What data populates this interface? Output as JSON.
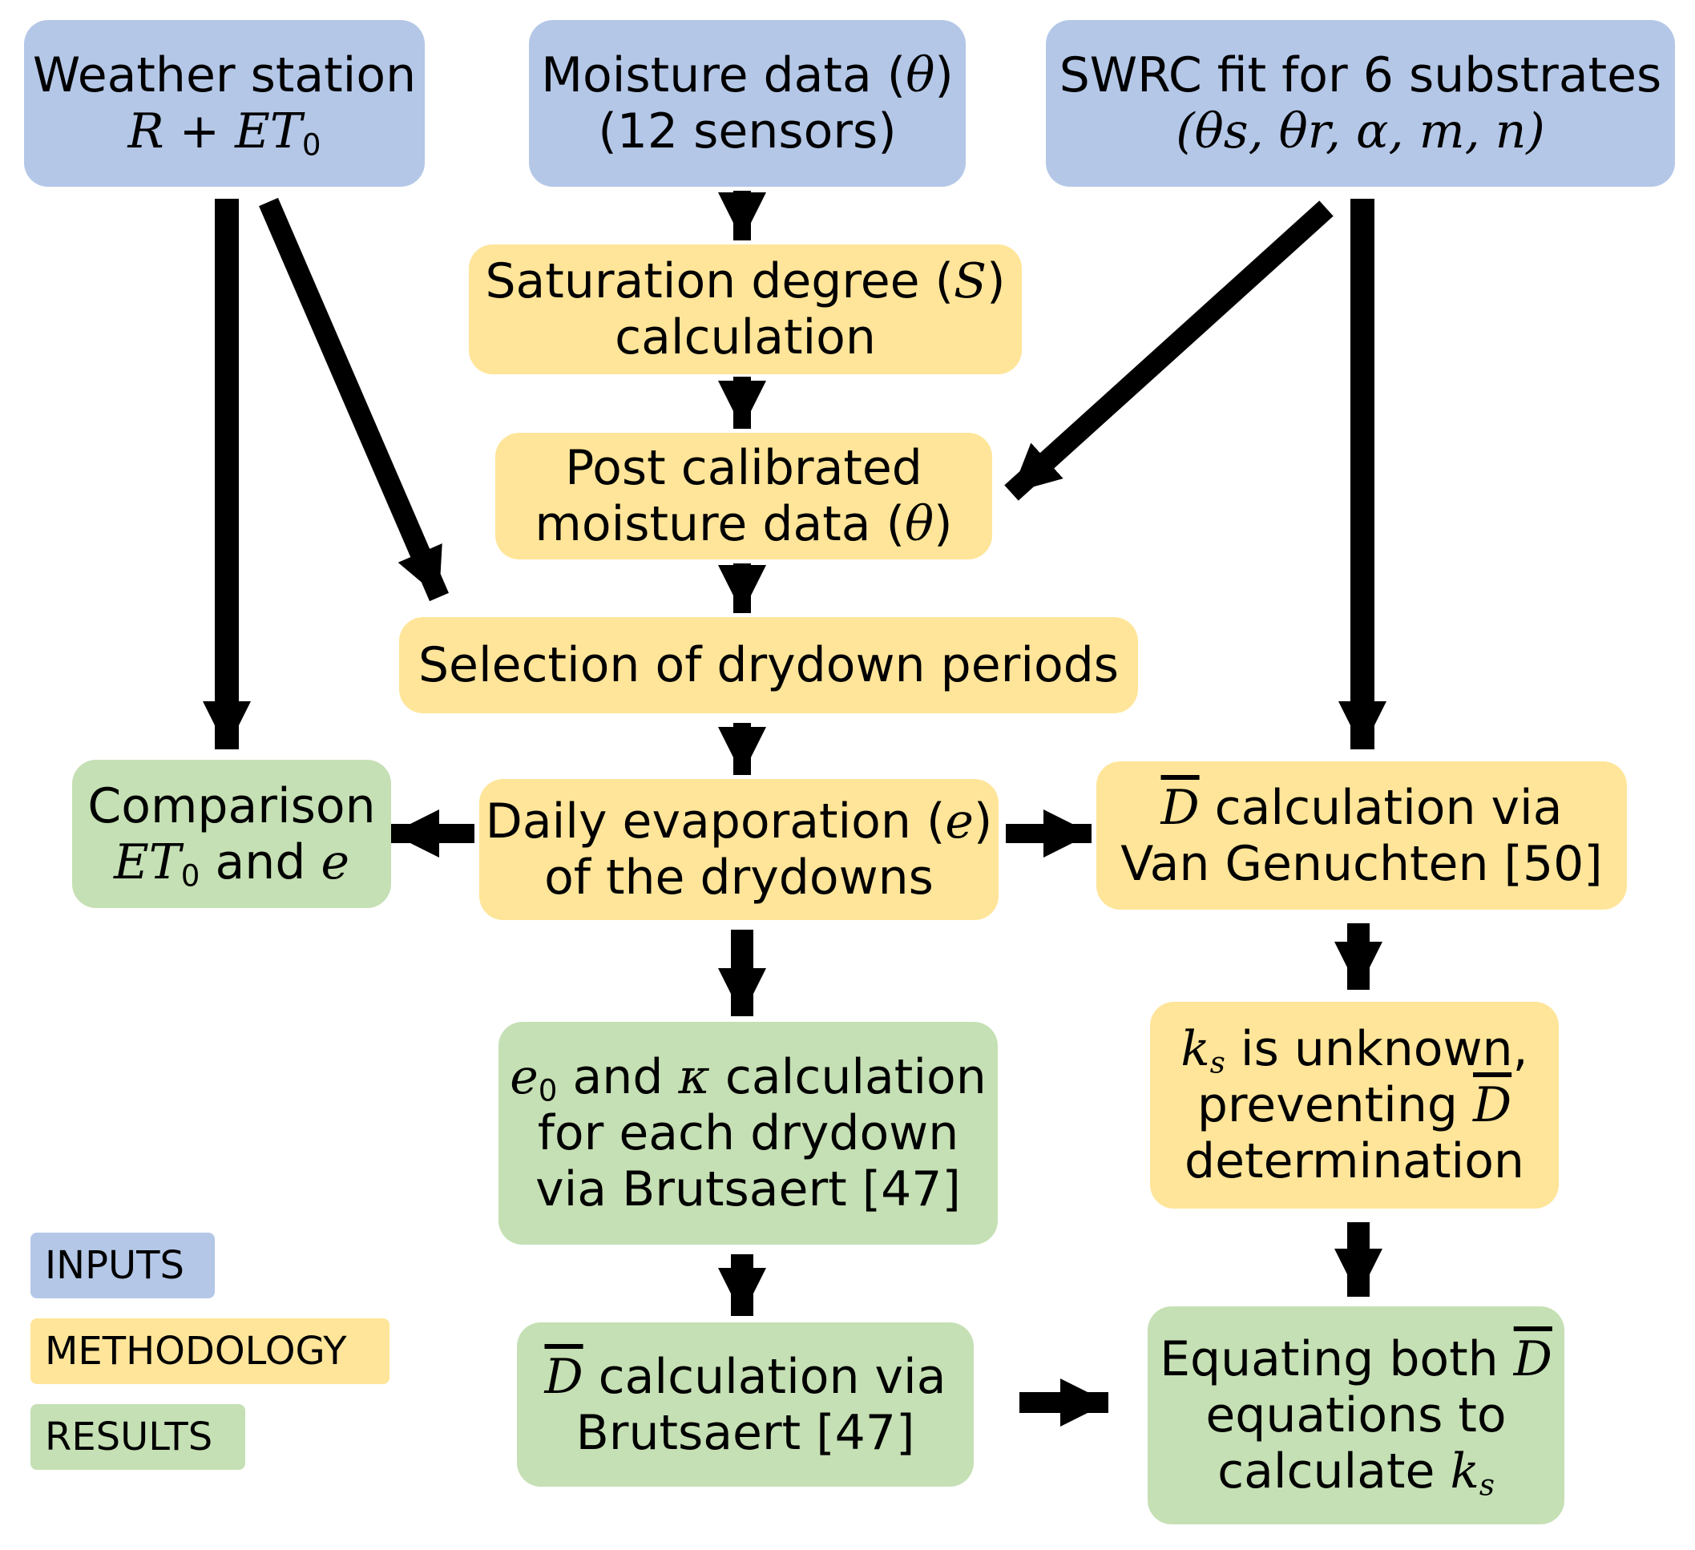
{
  "colors": {
    "inputs": "#b4c7e7",
    "methodology": "#ffe599",
    "results": "#c5e0b4",
    "arrows": "#000000"
  },
  "boxes": {
    "weather": {
      "line1": "Weather station",
      "r": "R",
      "plus": "+",
      "et": "ET",
      "et_sub": "0"
    },
    "moisture": {
      "line1": "Moisture data (",
      "theta": "θ",
      "line1_end": ")",
      "line2": "(12 sensors)"
    },
    "swrc": {
      "line1": "SWRC fit for 6 substrates",
      "params": "(θs, θr, α, m, n)"
    },
    "saturation": {
      "line1a": "Saturation degree (",
      "s": "S",
      "line1b": ")",
      "line2": "calculation"
    },
    "post": {
      "line1": "Post calibrated",
      "line2a": "moisture data (",
      "theta": "θ",
      "line2b": ")"
    },
    "selection": {
      "text": "Selection of drydown periods"
    },
    "comparison": {
      "line1": "Comparison",
      "et": "ET",
      "et_sub": "0",
      "and": " and ",
      "e": "e"
    },
    "daily": {
      "line1a": "Daily evaporation (",
      "e": "e",
      "line1b": ")",
      "line2": "of the drydowns"
    },
    "dvg": {
      "d": "D",
      "line1": " calculation via",
      "line2": "Van Genuchten [50]"
    },
    "e0": {
      "e": "e",
      "e_sub": "0",
      "and": " and ",
      "kappa": "κ",
      "line1": " calculation",
      "line2": "for each drydown",
      "line3": "via Brutsaert [47]"
    },
    "ks_unknown": {
      "k": "k",
      "k_sub": "s",
      "line1": " is unknown,",
      "line2": "preventing ",
      "d": "D",
      "line3": "determination"
    },
    "dbr": {
      "d": "D",
      "line1": " calculation via",
      "line2": "Brutsaert [47]"
    },
    "equating": {
      "line1": "Equating both ",
      "d": "D",
      "line2": "equations to",
      "line3": "calculate ",
      "k": "k",
      "k_sub": "s"
    }
  },
  "legend": {
    "inputs": "INPUTS",
    "methodology": "METHODOLOGY",
    "results": "RESULTS"
  }
}
